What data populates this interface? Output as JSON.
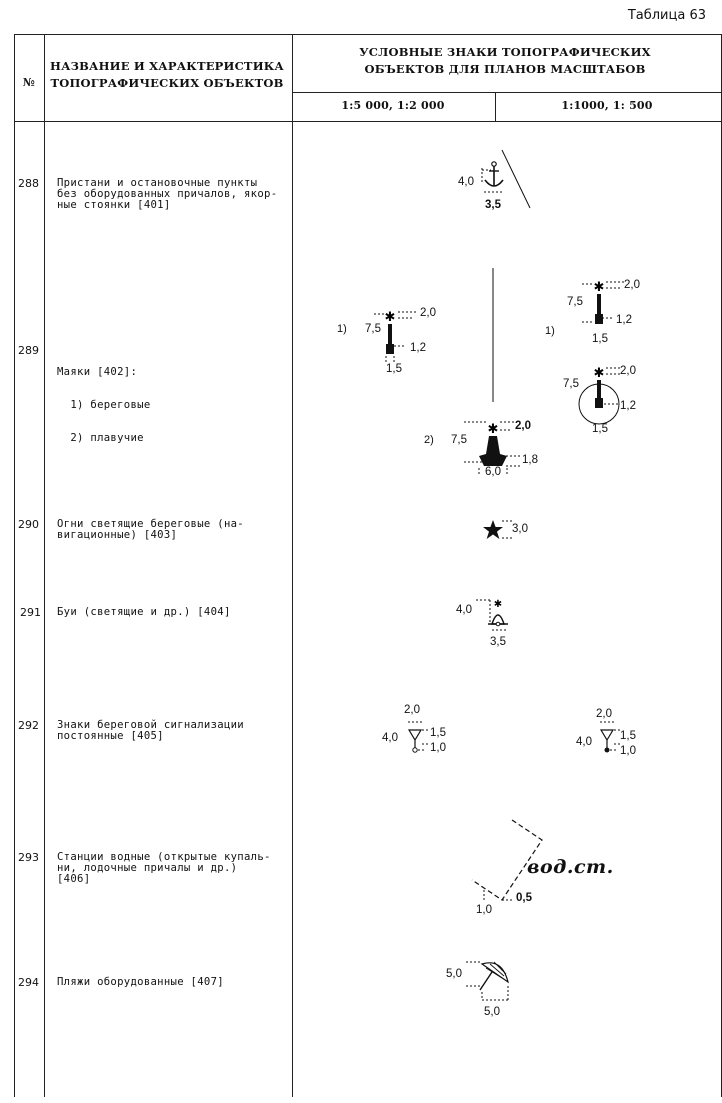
{
  "caption": "Таблица 63",
  "header": {
    "num": "№",
    "name_col_line1": "НАЗВАНИЕ И ХАРАКТЕРИСТИКА",
    "name_col_line2": "ТОПОГРАФИЧЕСКИХ ОБЪЕКТОВ",
    "symbols_line1": "УСЛОВНЫЕ ЗНАКИ ТОПОГРАФИЧЕСКИХ",
    "symbols_line2": "ОБЪЕКТОВ ДЛЯ ПЛАНОВ МАСШТАБОВ",
    "scale_a": "1:5 000, 1:2 000",
    "scale_b": "1:1000, 1: 500"
  },
  "rows": [
    {
      "num": "288",
      "lines": [
        "Пристани и остановочные пункты",
        "без оборудованных причалов, якор-",
        "ные стоянки [401]"
      ]
    },
    {
      "num": "289",
      "lines": [
        "Маяки [402]:",
        "  1) береговые",
        "  2) плавучие"
      ]
    },
    {
      "num": "290",
      "lines": [
        "Огни светящие береговые (на-",
        "вигационные) [403]"
      ]
    },
    {
      "num": "291",
      "lines": [
        "Буи (светящие и др.) [404]"
      ]
    },
    {
      "num": "292",
      "lines": [
        "Знаки береговой сигнализации",
        "постоянные [405]"
      ]
    },
    {
      "num": "293",
      "lines": [
        "Станции водные (открытые купаль-",
        "ни, лодочные причалы и др.)",
        "[406]"
      ]
    },
    {
      "num": "294",
      "lines": [
        "Пляжи оборудованные [407]"
      ]
    }
  ],
  "dims": {
    "d288_w": "4,0",
    "d288_h": "3,5",
    "d289a_h": "7,5",
    "d289a_top": "2,0",
    "d289a_base": "1,2",
    "d289a_w": "1,5",
    "d289b_h": "7,5",
    "d289b_top": "2,0",
    "d289b_base": "1,8",
    "d289b_w": "6,0",
    "d289c_h": "7,5",
    "d289c_top": "2,0",
    "d289c_base": "1,2",
    "d289c_w": "1,5",
    "d289d_h": "7,5",
    "d289d_top": "2,0",
    "d289d_base": "1,2",
    "d289d_w": "1,5",
    "d290": "3,0",
    "d291_h": "4,0",
    "d291_w": "3,5",
    "d292a_top": "2,0",
    "d292a_h": "4,0",
    "d292a_r": "1,5",
    "d292a_b": "1,0",
    "d292b_top": "2,0",
    "d292b_h": "4,0",
    "d292b_r": "1,5",
    "d292b_b": "1,0",
    "d293_l": "1,0",
    "d293_r": "0,5",
    "d294_h": "5,0",
    "d294_w": "5,0"
  },
  "labels": {
    "one_a": "1)",
    "one_b": "1)",
    "two": "2)"
  },
  "inscription_293": "вод.ст."
}
